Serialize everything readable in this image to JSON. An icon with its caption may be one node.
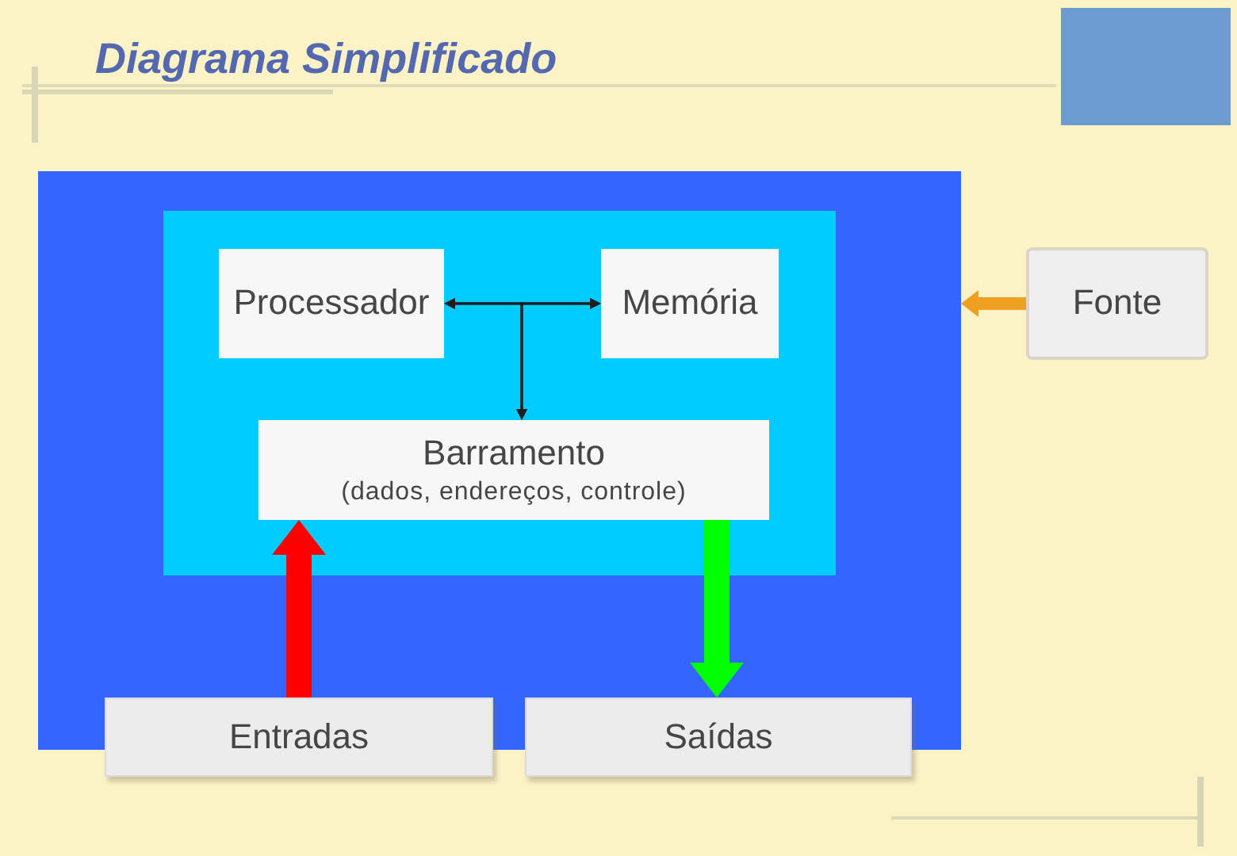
{
  "diagram": {
    "title": "Diagrama Simplificado",
    "nodes": [
      {
        "text": [],
        "shape": "box"
      },
      {
        "text": [],
        "shape": "box",
        "in": 0
      },
      {
        "text": [
          "Processador"
        ],
        "in": 1
      },
      {
        "text": [
          "Memória"
        ],
        "in": 1
      },
      {
        "text": [
          "Barramento",
          "(dados, endereços, controle)"
        ],
        "in": 1
      },
      {
        "text": [
          "Fonte"
        ]
      },
      {
        "text": [
          "Entradas"
        ]
      },
      {
        "text": [
          "Saídas"
        ]
      }
    ],
    "edges": [
      {
        "from": 2,
        "to": 3,
        "arrow": "both"
      },
      {
        "from": 2,
        "to": 4,
        "arrow": "both"
      },
      {
        "from": 3,
        "to": 4,
        "arrow": "both"
      },
      {
        "from": 6,
        "to": 4,
        "arrow": "to",
        "style": "thick",
        "color": "#ff0000"
      },
      {
        "from": 4,
        "to": 7,
        "arrow": "to",
        "style": "thick",
        "color": "#00ff00"
      },
      {
        "from": 5,
        "to": 0,
        "arrow": "to",
        "style": "thick",
        "color": "#f0a020"
      }
    ]
  }
}
